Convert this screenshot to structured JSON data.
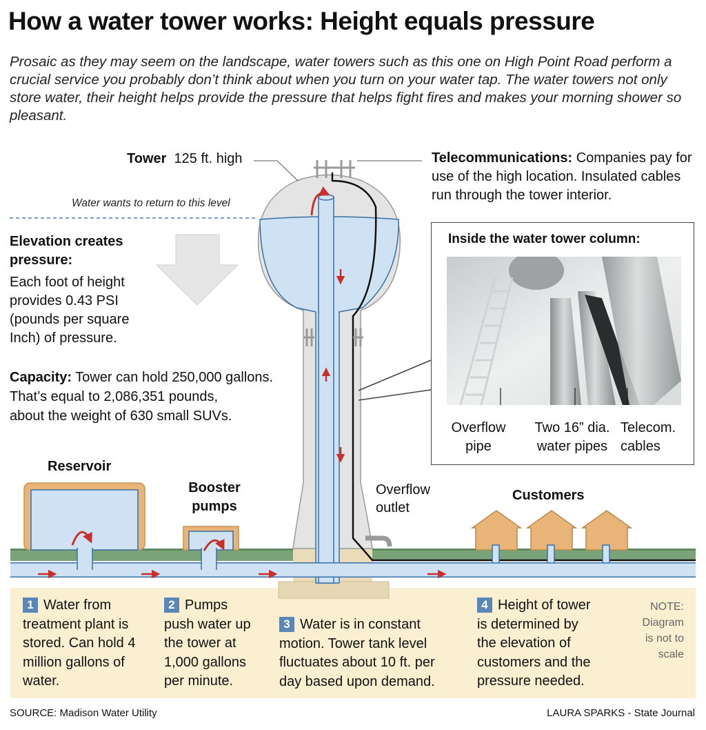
{
  "title": "How a water tower works: Height equals pressure",
  "intro": "Prosaic as they may seem on the landscape, water towers such as this one on High Point Road perform a crucial service you probably don’t think about when you turn on your water tap. The water towers not only store water, their height helps provide the pressure that helps fight fires and makes your morning shower so pleasant.",
  "tower": {
    "label_bold": "Tower",
    "label_rest": "125 ft. high"
  },
  "water_level_note": "Water wants to return to this level",
  "telecom": {
    "label_bold": "Telecommunications:",
    "text": "Companies pay for use of the high location. Insulated cables run through the tower interior."
  },
  "elevation": {
    "heading": "Elevation creates pressure:",
    "text": "Each foot of height provides 0.43 PSI (pounds per square Inch) of pressure."
  },
  "capacity": {
    "label_bold": "Capacity:",
    "line1": "Tower can hold 250,000 gallons.",
    "line2": "That’s equal to 2,086,351 pounds,",
    "line3": "about the weight of 630 small SUVs."
  },
  "inset": {
    "title": "Inside the water tower column:",
    "overflow_line1": "Overflow",
    "overflow_line2": "pipe",
    "pipes_line1": "Two 16” dia.",
    "pipes_line2": "water pipes",
    "cables_line1": "Telecom.",
    "cables_line2": "cables"
  },
  "reservoir": "Reservoir",
  "booster_line1": "Booster",
  "booster_line2": "pumps",
  "overflow_outlet_line1": "Overflow",
  "overflow_outlet_line2": "outlet",
  "customers": "Customers",
  "steps": [
    {
      "num": "1",
      "lines": [
        "Water from",
        "treatment plant is",
        "stored. Can hold 4",
        "million gallons of",
        "water."
      ]
    },
    {
      "num": "2",
      "lines": [
        "Pumps",
        "push water up",
        "the tower at",
        "1,000 gallons",
        "per minute."
      ]
    },
    {
      "num": "3",
      "lines": [
        "Water is in constant",
        "motion. Tower tank level",
        "fluctuates about 10 ft. per",
        "day based upon demand."
      ]
    },
    {
      "num": "4",
      "lines": [
        "Height of tower",
        "is determined by",
        "the elevation of",
        "customers and the",
        "pressure needed."
      ]
    }
  ],
  "note": {
    "line1": "NOTE:",
    "line2": "Diagram",
    "line3": "is not to",
    "line4": "scale"
  },
  "source": {
    "label": "SOURCE:",
    "text": "Madison Water Utility"
  },
  "credit": {
    "name": "LAURA SPARKS",
    "org": "- State Journal"
  },
  "colors": {
    "water": "#cfe2f3",
    "pipe_outline": "#3b6fa7",
    "arrow": "#c8302e",
    "ground": "#7aa37a",
    "bottom_bg": "#fbefd2",
    "house": "#e8b477",
    "badge": "#5a86b8"
  }
}
